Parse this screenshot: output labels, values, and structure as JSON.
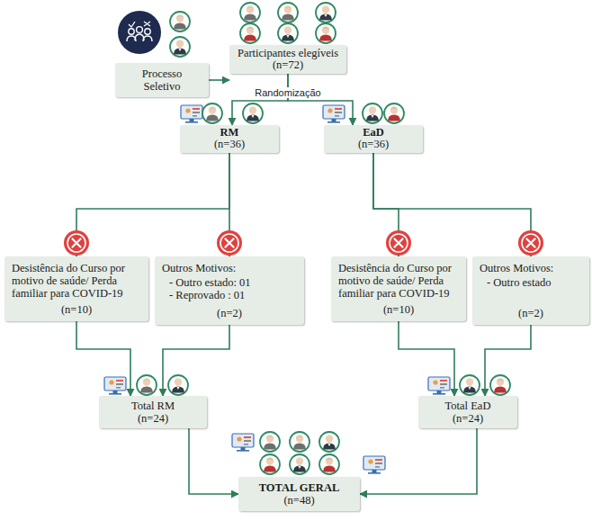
{
  "diagram": {
    "nodes": [
      {
        "text": [
          "Processo Seletivo"
        ]
      },
      {
        "text": [
          "Participantes elegíveis",
          "(n=72)"
        ]
      },
      {
        "text": [
          "RM",
          "(n=36)"
        ]
      },
      {
        "text": [
          "EaD",
          "(n=36)"
        ]
      },
      {
        "text": [
          "Desistência do Curso por motivo de saúde/ Perda familiar para COVID-19",
          "(n=10)"
        ]
      },
      {
        "text": [
          "Outros Motivos:",
          "- Outro estado: 01",
          "- Reprovado : 01",
          "(n=2)"
        ]
      },
      {
        "text": [
          "Desistência do Curso por motivo de saúde/ Perda familiar para COVID-19",
          "(n=10)"
        ]
      },
      {
        "text": [
          "Outros Motivos:",
          "- Outro estado",
          "(n=2)"
        ]
      },
      {
        "text": [
          "Total RM",
          "(n=24)"
        ]
      },
      {
        "text": [
          "Total EaD",
          "(n=24)"
        ]
      },
      {
        "text": [
          "TOTAL GERAL",
          "(n=48)"
        ]
      }
    ],
    "edges": [
      {
        "from": 0,
        "to": 1,
        "arrow": "to"
      },
      {
        "from": 1,
        "to": 2,
        "arrow": "to"
      },
      {
        "from": 1,
        "to": 3,
        "arrow": "to"
      },
      {
        "from": 2,
        "to": 4,
        "arrow": "to"
      },
      {
        "from": 2,
        "to": 5,
        "arrow": "to"
      },
      {
        "from": 3,
        "to": 6,
        "arrow": "to"
      },
      {
        "from": 3,
        "to": 7,
        "arrow": "to"
      },
      {
        "from": 4,
        "to": 8,
        "arrow": "to"
      },
      {
        "from": 5,
        "to": 8,
        "arrow": "to"
      },
      {
        "from": 6,
        "to": 9,
        "arrow": "to"
      },
      {
        "from": 7,
        "to": 9,
        "arrow": "to"
      },
      {
        "from": 8,
        "to": 10,
        "arrow": "to"
      },
      {
        "from": 9,
        "to": 10,
        "arrow": "to"
      }
    ],
    "labels": [
      "Randomização"
    ]
  }
}
